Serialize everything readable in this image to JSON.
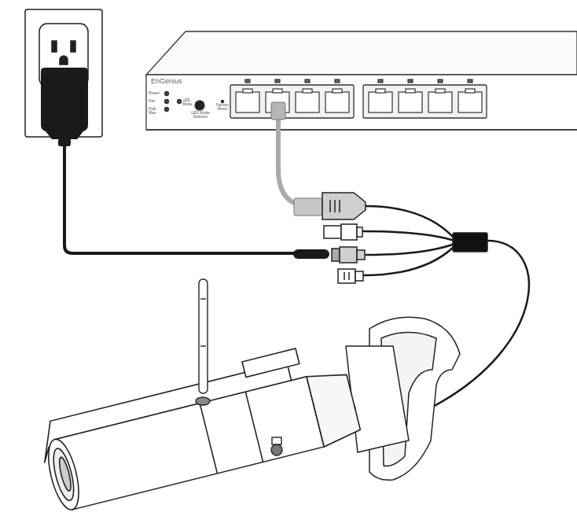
{
  "diagram": {
    "nodes": [
      {
        "text": [
          "EnGenius",
          "Power",
          "Fan",
          "PoE Max",
          "LED Mode",
          "LED Mode Selector",
          "Factory Reset"
        ]
      }
    ],
    "edges": []
  }
}
